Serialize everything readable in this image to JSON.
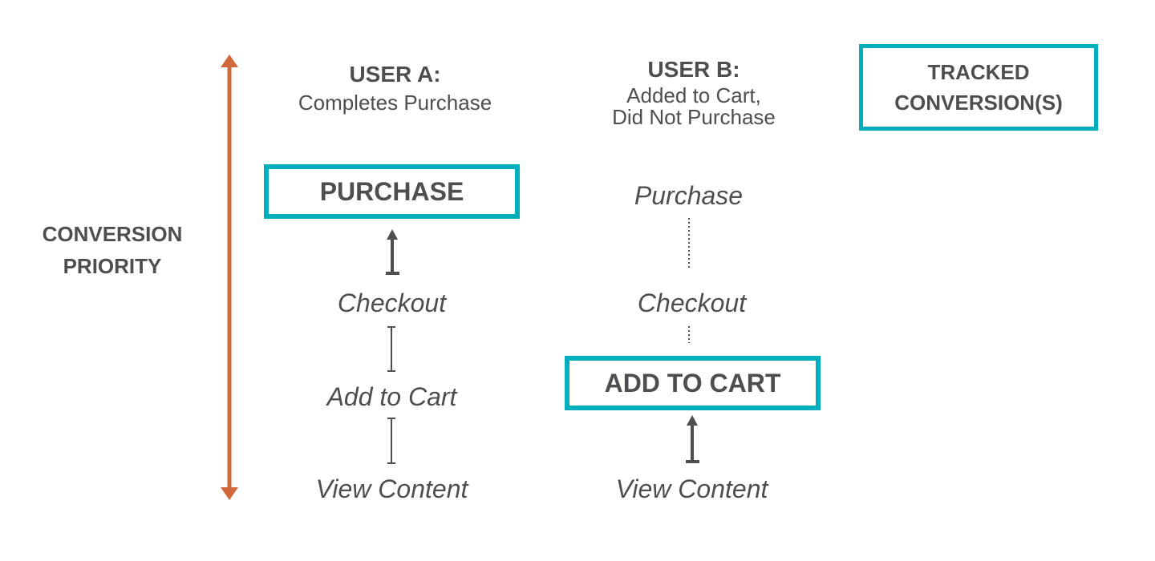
{
  "axis": {
    "label_line1": "CONVERSION",
    "label_line2": "PRIORITY",
    "color": "#d2693a"
  },
  "accent_color": "#00aebc",
  "user_a": {
    "title": "USER A:",
    "subtitle": "Completes Purchase",
    "tracked_step": "PURCHASE",
    "steps": [
      "Checkout",
      "Add to Cart",
      "View Content"
    ]
  },
  "user_b": {
    "title": "USER B:",
    "subtitle_line1": "Added to Cart,",
    "subtitle_line2": "Did Not Purchase",
    "steps": [
      "Purchase",
      "Checkout"
    ],
    "tracked_step": "ADD TO CART",
    "last_step": "View Content"
  },
  "legend": {
    "line1": "TRACKED",
    "line2": "CONVERSION(S)"
  }
}
